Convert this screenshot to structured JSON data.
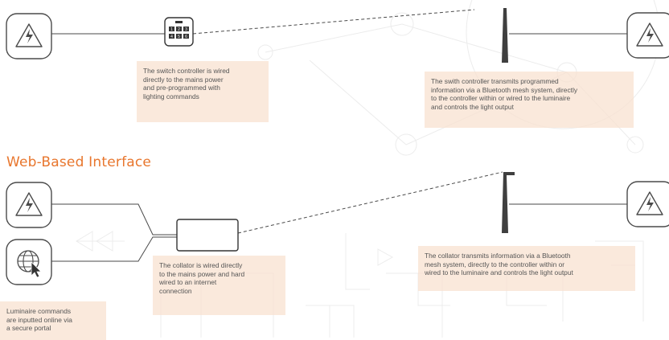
{
  "section_heading": "Web-Based Interface",
  "switch_controller": {
    "keys": [
      "1",
      "2",
      "3",
      "4",
      "5",
      "6"
    ]
  },
  "callouts": {
    "switch_wired": "The switch controller is wired\ndirectly to the mains power\nand pre-programmed with\nlighting commands",
    "switch_transmits": "The swith controller transmits programmed\ninformation via a Bluetooth mesh system, directly\nto the controller within or wired to the luminaire\nand controls the light output",
    "collator_wired": "The collator is wired directly\nto the mains power and hard\nwired to an internet\nconnection",
    "collator_transmits": "The collator transmits information via a Bluetooth\nmesh system, directly to the controller within or\nwired to the luminaire and controls the light output",
    "online_commands": "Luminaire commands\nare inputted online via\na secure portal"
  },
  "colors": {
    "accent": "#e8762d",
    "line": "#4a4a4a",
    "faint": "#ececec",
    "callout_bg": "#f8e2d0"
  },
  "icons": {
    "power": "lightning-bolt-in-triangle",
    "web": "globe-with-cursor",
    "controller": "keypad",
    "luminaire": "street-light-pole"
  }
}
